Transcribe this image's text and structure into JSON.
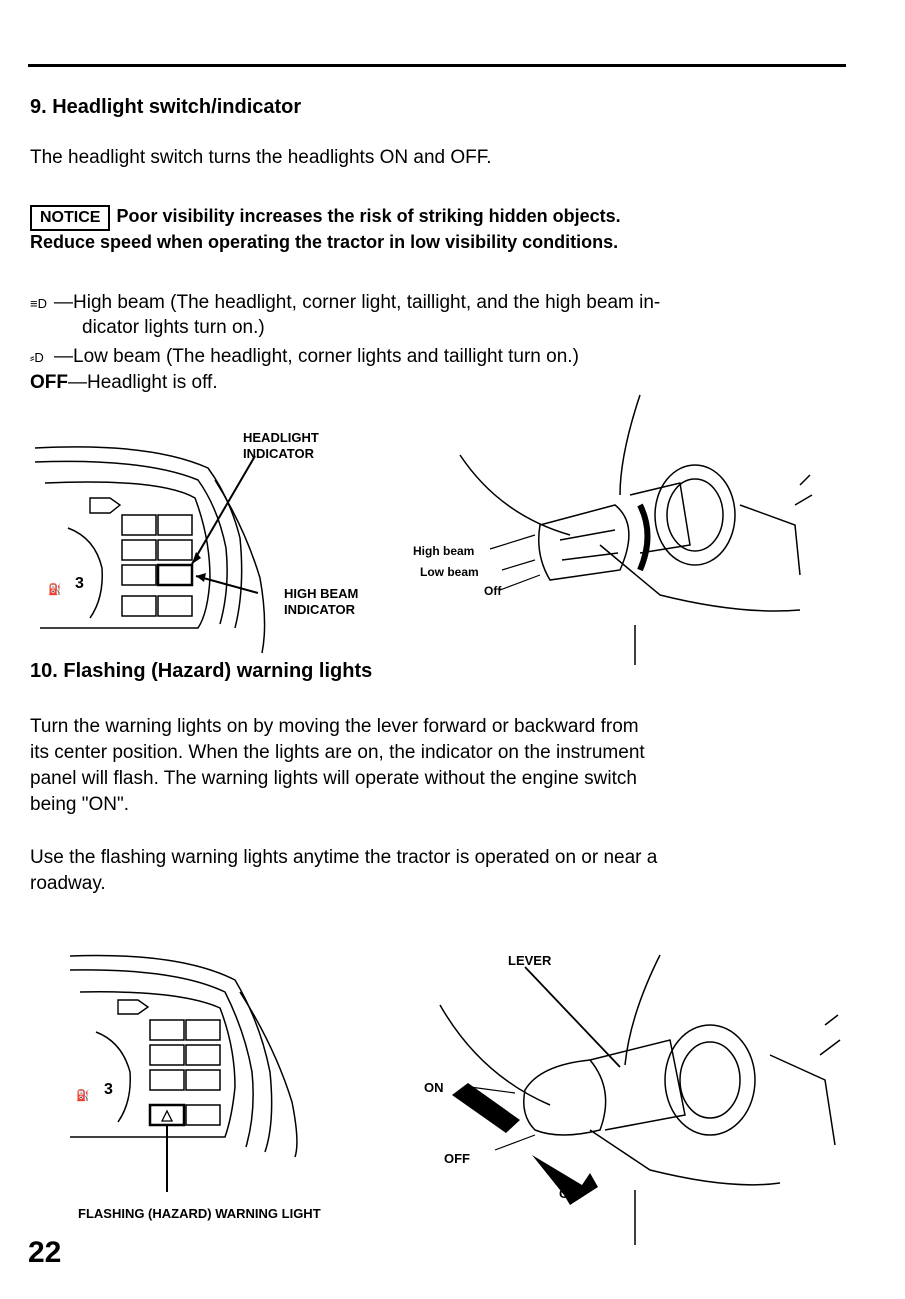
{
  "section9": {
    "heading": "9. Headlight switch/indicator",
    "intro": "The headlight switch turns the headlights ON and OFF.",
    "notice_label": "NOTICE",
    "notice_line1": "Poor visibility increases the risk of striking hidden objects.",
    "notice_line2": "Reduce speed when operating the tractor in low visibility conditions.",
    "high_beam_line1": "—High beam (The headlight, corner light, taillight, and the high beam in-",
    "high_beam_line2": "dicator lights turn on.)",
    "low_beam_line": "—Low beam (The headlight, corner lights and taillight turn on.)",
    "off_key": "OFF",
    "off_line": "—Headlight is off.",
    "diagram_labels": {
      "headlight_indicator_1": "HEADLIGHT",
      "headlight_indicator_2": "INDICATOR",
      "high_beam_indicator_1": "HIGH BEAM",
      "high_beam_indicator_2": "INDICATOR",
      "gauge_number": "3",
      "switch_high": "High beam",
      "switch_low": "Low beam",
      "switch_off": "Off"
    }
  },
  "section10": {
    "heading": "10. Flashing (Hazard) warning lights",
    "para1_line1": "Turn the warning lights on by moving the lever forward or backward from",
    "para1_line2": "its center position. When the lights are on, the indicator on the instrument",
    "para1_line3": "panel will flash. The warning lights will operate without the engine switch",
    "para1_line4": "being \"ON\".",
    "para2_line1": "Use the flashing warning lights anytime the tractor is operated on or near a",
    "para2_line2": "roadway.",
    "diagram_labels": {
      "lever": "LEVER",
      "on_left": "ON",
      "off": "OFF",
      "on_right": "ON",
      "gauge_number": "3",
      "hazard_caption": "FLASHING (HAZARD) WARNING LIGHT"
    }
  },
  "page_number": "22"
}
